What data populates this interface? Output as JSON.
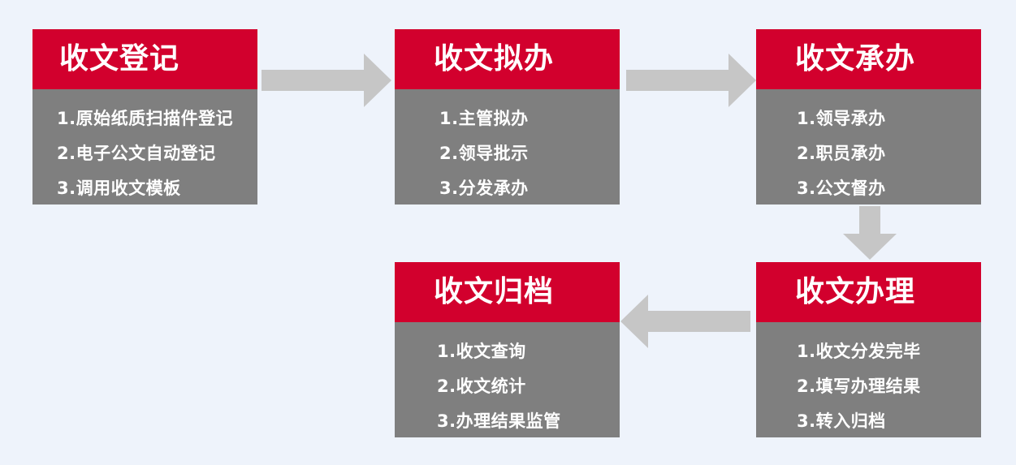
{
  "colors": {
    "background": "#eef3fb",
    "title_bg": "#d2002d",
    "body_bg": "#7f7f7f",
    "arrow": "#c6c6c6",
    "text": "#ffffff"
  },
  "steps": [
    {
      "title": "收文登记",
      "items": [
        "1.原始纸质扫描件登记",
        "2.电子公文自动登记",
        "3.调用收文模板"
      ]
    },
    {
      "title": "收文拟办",
      "items": [
        "1.主管拟办",
        "2.领导批示",
        "3.分发承办"
      ]
    },
    {
      "title": "收文承办",
      "items": [
        "1.领导承办",
        "2.职员承办",
        "3.公文督办"
      ]
    },
    {
      "title": "收文归档",
      "items": [
        "1.收文查询",
        "2.收文统计",
        "3.办理结果监管"
      ]
    },
    {
      "title": "收文办理",
      "items": [
        "1.收文分发完毕",
        "2.填写办理结果",
        "3.转入归档"
      ]
    }
  ],
  "arrows": [
    {
      "from": "收文登记",
      "to": "收文拟办",
      "direction": "right"
    },
    {
      "from": "收文拟办",
      "to": "收文承办",
      "direction": "right"
    },
    {
      "from": "收文承办",
      "to": "收文办理",
      "direction": "down"
    },
    {
      "from": "收文办理",
      "to": "收文归档",
      "direction": "left"
    }
  ]
}
